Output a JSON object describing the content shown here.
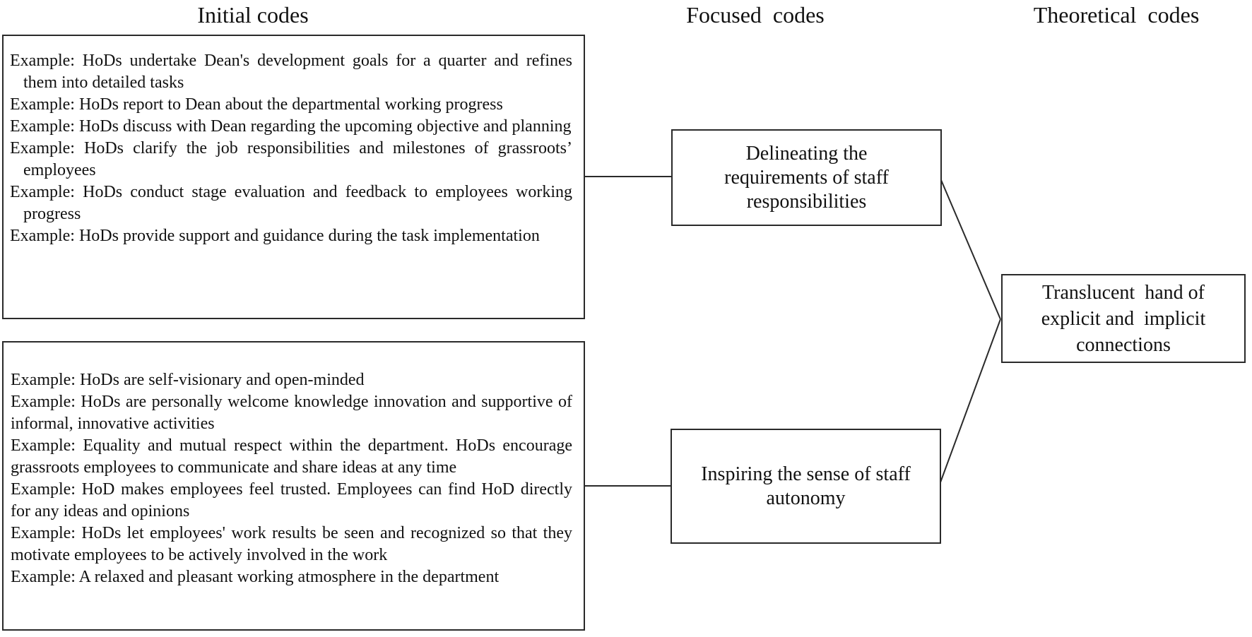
{
  "figure": {
    "column_titles": {
      "initial": "Initial codes",
      "focused": "Focused  codes",
      "theoretical": "Theoretical  codes"
    },
    "initial_code_boxes": [
      {
        "examples": [
          "Example: HoDs undertake Dean's development goals for a quarter and refines them into detailed tasks",
          "Example: HoDs report to Dean about the departmental working progress",
          "Example: HoDs discuss with Dean regarding the upcoming objective and planning",
          "Example: HoDs clarify the job responsibilities and milestones of grassroots’ employees",
          "Example: HoDs conduct stage evaluation and feedback to employees working progress",
          "Example: HoDs  provide support and guidance during the task implementation"
        ]
      },
      {
        "examples": [
          "Example:  HoDs are self-visionary and open-minded",
          "Example: HoDs are personally welcome knowledge innovation and supportive of informal, innovative activities",
          "Example: Equality and mutual respect within the department. HoDs encourage grassroots employees to communicate and share ideas at any time",
          "Example: HoD makes employees feel trusted. Employees can find HoD directly for  any ideas and opinions",
          "Example: HoDs let employees' work results be seen and recognized so that they motivate employees to be actively involved in the work",
          "Example: A relaxed and pleasant working atmosphere in the department"
        ]
      }
    ],
    "focused_code_boxes": [
      {
        "label": "Delineating the\nrequirements of staff\nresponsibilities"
      },
      {
        "label": "Inspiring the sense of staff\nautonomy"
      }
    ],
    "theoretical_code_box": {
      "label": "Translucent  hand of\nexplicit and  implicit\nconnections"
    },
    "colors": {
      "background": "#ffffff",
      "text": "#111111",
      "border": "#2a2a2a",
      "connector": "#2a2a2a"
    }
  }
}
